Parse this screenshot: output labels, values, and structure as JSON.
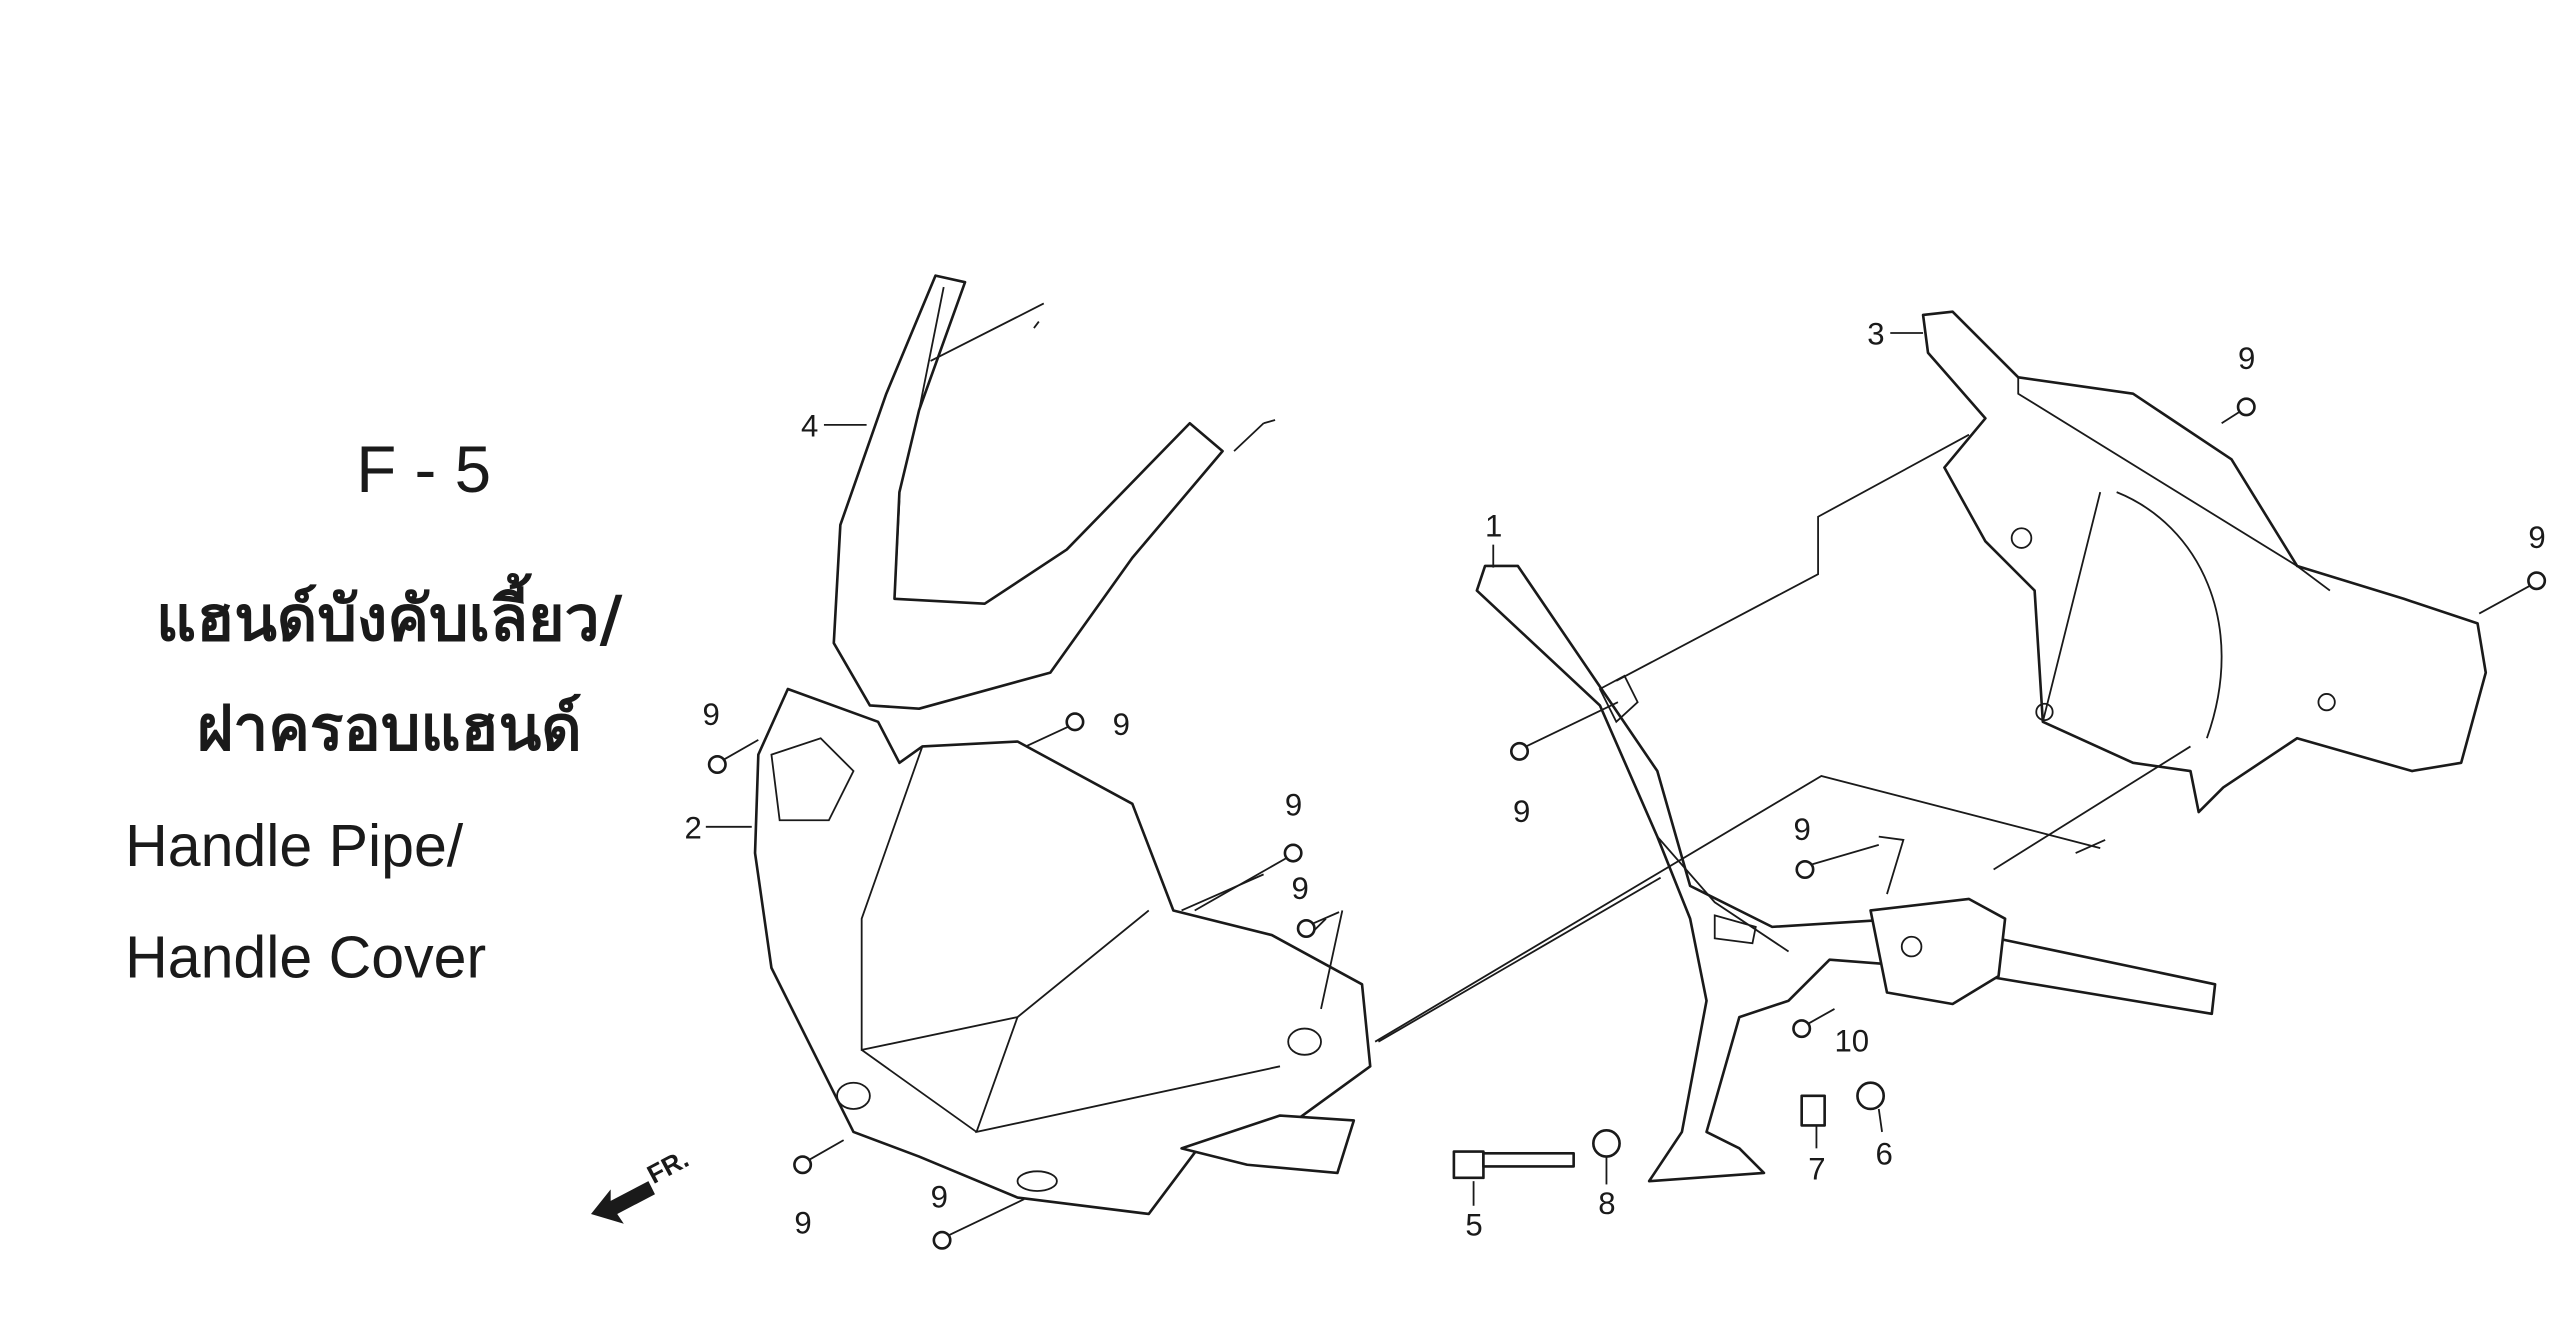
{
  "page": {
    "code": "F - 5",
    "title_thai_line1": "แฮนด์บังคับเลี้ยว/",
    "title_thai_line2": "ฝาครอบแฮนด์",
    "title_en_line1": "Handle Pipe/",
    "title_en_line2": "Handle Cover"
  },
  "callouts": {
    "c1": "1",
    "c2": "2",
    "c3": "3",
    "c4": "4",
    "c5": "5",
    "c6": "6",
    "c7": "7",
    "c8": "8",
    "c9": "9",
    "c10": "10"
  },
  "direction_marker": "FR."
}
